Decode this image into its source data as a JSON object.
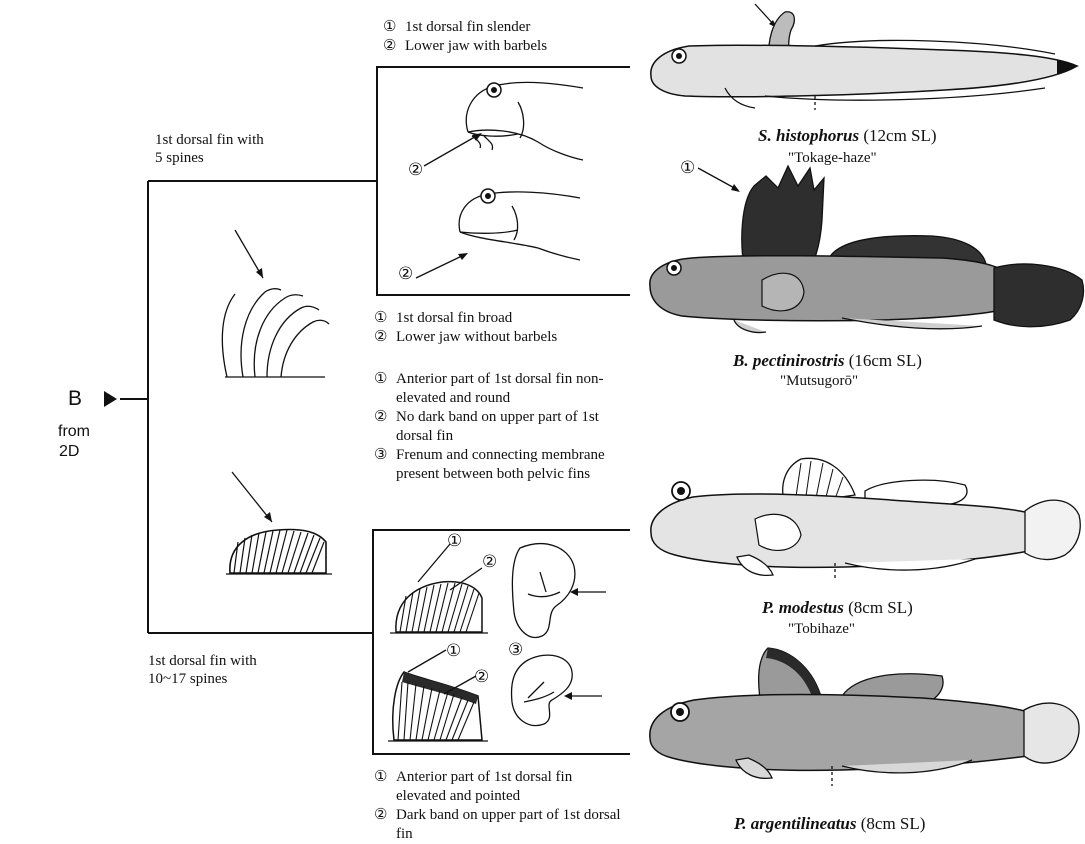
{
  "entry": {
    "label": "B",
    "from": "from",
    "code": "2D"
  },
  "branch_upper": {
    "line1": "1st dorsal fin with",
    "line2": "5 spines"
  },
  "branch_lower": {
    "line1": "1st dorsal fin with",
    "line2": "10~17 spines"
  },
  "criteria_top": [
    {
      "num": "①",
      "text": "1st dorsal fin slender"
    },
    {
      "num": "②",
      "text": "Lower jaw with barbels"
    }
  ],
  "criteria_mid": [
    {
      "num": "①",
      "text": "1st dorsal fin broad"
    },
    {
      "num": "②",
      "text": "Lower jaw without barbels"
    }
  ],
  "criteria_p_modestus": [
    {
      "num": "①",
      "text": "Anterior part of 1st dorsal fin non-elevated and round"
    },
    {
      "num": "②",
      "text": "No dark band on upper part of 1st dorsal fin"
    },
    {
      "num": "③",
      "text": "Frenum and connecting membrane present between both pelvic fins"
    }
  ],
  "criteria_bottom": [
    {
      "num": "①",
      "text": "Anterior part of 1st dorsal fin elevated and pointed"
    },
    {
      "num": "②",
      "text": "Dark band on upper part of 1st dorsal fin"
    }
  ],
  "marker_labels": {
    "one": "①",
    "two": "②",
    "three": "③"
  },
  "species": [
    {
      "name": "S. histophorus",
      "size": "(12cm SL)",
      "common": "\"Tokage-haze\""
    },
    {
      "name": "B. pectinirostris",
      "size": "(16cm SL)",
      "common": "\"Mutsugorō\""
    },
    {
      "name": "P. modestus",
      "size": "(8cm SL)",
      "common": "\"Tobihaze\""
    },
    {
      "name": "P. argentilineatus",
      "size": "(8cm SL)",
      "common": ""
    }
  ],
  "colors": {
    "ink": "#111111",
    "dark_fin": "#2a2a2a",
    "body_tone": "#9a9a9a",
    "paper": "#ffffff"
  }
}
